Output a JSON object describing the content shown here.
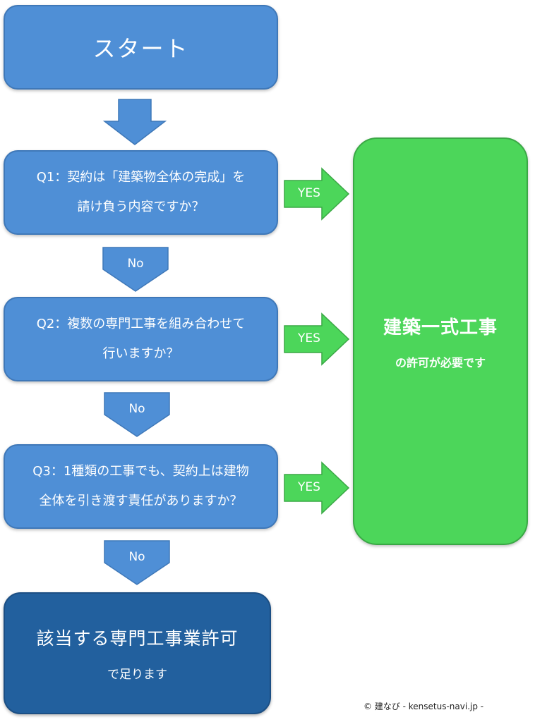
{
  "start": {
    "label": "スタート"
  },
  "questions": [
    {
      "line1": "Q1：契約は「建築物全体の完成」を",
      "line2": "請け負う内容ですか？"
    },
    {
      "line1": "Q2：複数の専門工事を組み合わせて",
      "line2": "行いますか？"
    },
    {
      "line1": "Q3：1種類の工事でも、契約上は建物",
      "line2": "全体を引き渡す責任がありますか？"
    }
  ],
  "arrows": {
    "no_label": "No",
    "yes_label": "YES"
  },
  "result": {
    "title": "建築一式工事",
    "subtitle": "の許可が必要です"
  },
  "final": {
    "title": "該当する専門工事業許可",
    "subtitle": "で足ります"
  },
  "credit": "© 建なび - kensetus-navi.jp -",
  "colors": {
    "question_blue": "#4f8fd6",
    "final_dark_blue": "#22609e",
    "result_green": "#4cd65a",
    "arrow_blue": "#4f8fd6",
    "arrow_green": "#4cd65a"
  }
}
